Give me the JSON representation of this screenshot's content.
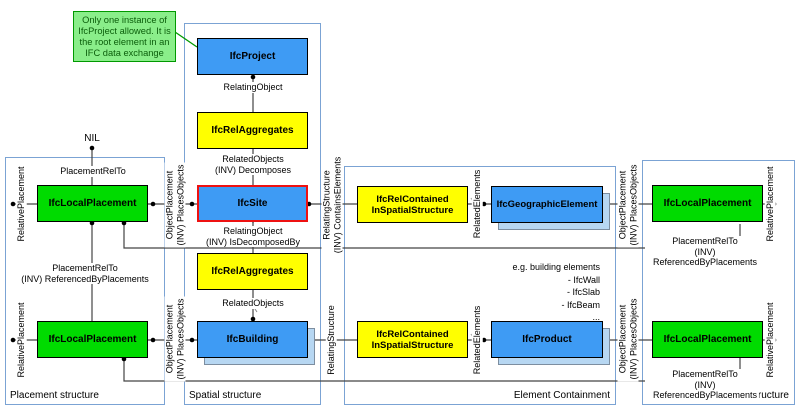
{
  "note": "Only one instance of\nIfcProject allowed. It is\nthe root element in an\nIFC data exchange",
  "nil": "NIL",
  "containers": {
    "placement_left": "Placement structure",
    "spatial": "Spatial structure",
    "element_containment": "Element Containment",
    "placement_right": "Placement structure"
  },
  "boxes": {
    "project": "IfcProject",
    "rel_aggregates_1": "IfcRelAggregates",
    "site": "IfcSite",
    "rel_aggregates_2": "IfcRelAggregates",
    "building": "IfcBuilding",
    "local_placement_top_left": "IfcLocalPlacement",
    "local_placement_bottom_left": "IfcLocalPlacement",
    "local_placement_top_right": "IfcLocalPlacement",
    "local_placement_bottom_right": "IfcLocalPlacement",
    "rel_contained_top": "IfcRelContained\nInSpatialStructure",
    "rel_contained_bottom": "IfcRelContained\nInSpatialStructure",
    "geographic_element": "IfcGeographicElement",
    "product": "IfcProduct"
  },
  "edge_labels": {
    "relating_object": "RelatingObject",
    "related_objects_decomposes": "RelatedObjects\n(INV) Decomposes",
    "relating_object_is_decomposed": "RelatingObject\n(INV) IsDecomposedBy",
    "related_objects": "RelatedObjects",
    "placement_rel_to": "PlacementRelTo",
    "placement_rel_to_referenced": "PlacementRelTo\n(INV) ReferencedByPlacements"
  },
  "vertical_labels": {
    "relative_placement": "RelativePlacement",
    "object_placement": "ObjectPlacement\n(INV) PlacesObjects",
    "relating_structure_contains": "RelatingStructure\n(INV) ContainsElements",
    "relating_structure": "RelatingStructure",
    "related_elements": "RelatedElements"
  },
  "annotations": {
    "building_elements": "e.g. building elements\n- IfcWall\n- IfcSlab\n- IfcBeam\n..."
  },
  "colors": {
    "entity_blue": "#3E9BF4",
    "relationship_yellow": "#FFFF00",
    "placement_green": "#00DB00",
    "note_green": "#8AEE8A",
    "note_border": "#009900",
    "note_text": "#0B5E0B",
    "shadow_blue": "#B7D7F2",
    "site_border_red": "#EE1111",
    "container_border": "#7BA3D4",
    "wire": "#444444"
  }
}
